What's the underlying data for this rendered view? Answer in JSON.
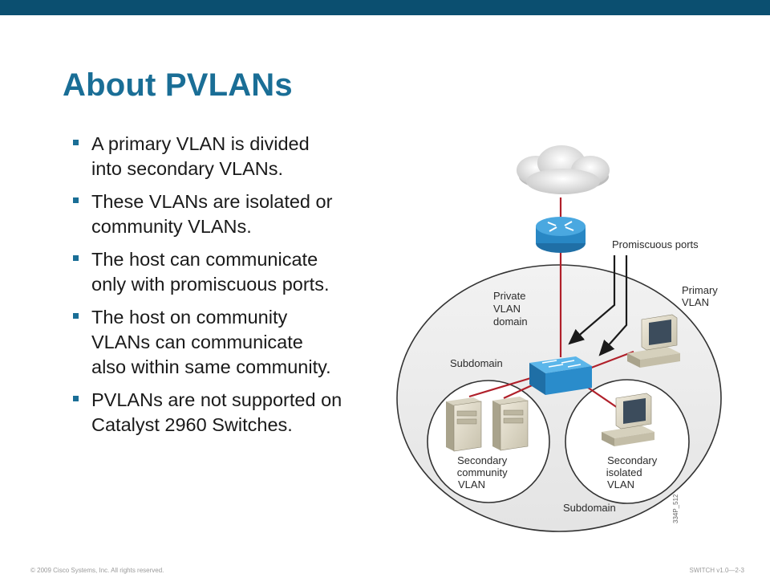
{
  "slide": {
    "title": "About PVLANs",
    "bullets": [
      {
        "line1": "A primary VLAN is divided",
        "line2": "into secondary VLANs."
      },
      {
        "line1": "These VLANs are isolated or",
        "line2": "community VLANs."
      },
      {
        "line1": "The host can communicate",
        "line2": "only with promiscuous ports."
      },
      {
        "line1": "The host on community",
        "line2": "VLANs can communicate",
        "line3": "also within same community."
      },
      {
        "line1": "PVLANs are not supported on",
        "line2": "Catalyst 2960 Switches."
      }
    ]
  },
  "diagram": {
    "promiscuous_ports": "Promiscuous ports",
    "primary_vlan": {
      "line1": "Primary",
      "line2": "VLAN"
    },
    "private_vlan_domain": {
      "line1": "Private",
      "line2": "VLAN",
      "line3": "domain"
    },
    "subdomain_top": "Subdomain",
    "subdomain_bottom": "Subdomain",
    "community": {
      "line1": "Secondary",
      "line2": "community",
      "line3": "VLAN"
    },
    "isolated": {
      "line1": "Secondary",
      "line2": "isolated",
      "line3": "VLAN"
    },
    "figure_code": "334P_512",
    "icons": [
      "cloud-icon",
      "router-icon",
      "switch-icon",
      "server-icon",
      "workstation-icon"
    ]
  },
  "footer": {
    "copyright": "© 2009 Cisco Systems, Inc. All rights reserved.",
    "course": "SWITCH v1.0—2-3"
  },
  "colors": {
    "topbar": "#0b4f70",
    "title": "#1a6e96",
    "bullet": "#1a6e96",
    "link": "#b0202a",
    "device": "#2e8fc9"
  }
}
